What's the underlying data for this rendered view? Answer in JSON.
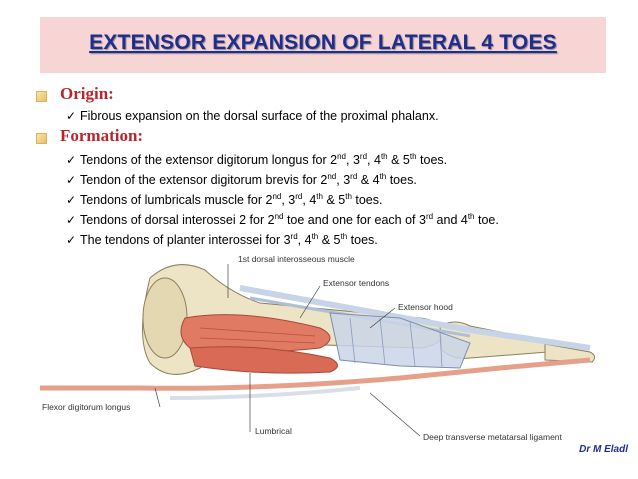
{
  "title": "EXTENSOR EXPANSION OF LATERAL 4 TOES",
  "sections": {
    "origin": {
      "heading": "Origin:",
      "items": [
        "Fibrous expansion on the dorsal surface of the proximal phalanx."
      ]
    },
    "formation": {
      "heading": "Formation:",
      "items": [
        {
          "text": "Tendons of the extensor digitorum longus for 2",
          "s1": "nd",
          "t1": ", 3",
          "s2": "rd",
          "t2": ", 4",
          "s3": "th",
          "t3": " & 5",
          "s4": "th",
          "t4": " toes."
        },
        {
          "text": "Tendon of the extensor digitorum brevis for 2",
          "s1": "nd",
          "t1": ", 3",
          "s2": "rd",
          "t2": "  & 4",
          "s3": "th",
          "t3": " toes."
        },
        {
          "text": "Tendons of lumbricals muscle for 2",
          "s1": "nd",
          "t1": ", 3",
          "s2": "rd",
          "t2": ", 4",
          "s3": "th",
          "t3": " & 5",
          "s4": "th",
          "t4": " toes."
        },
        {
          "text": "Tendons of dorsal interossei 2 for 2",
          "s1": "nd",
          "t1": " toe and one for each of 3",
          "s2": "rd",
          "t2": "  and 4",
          "s3": "th",
          "t3": " toe."
        },
        {
          "text": "The tendons of planter interossei for 3",
          "s1": "rd",
          "t1": ", 4",
          "s2": "th",
          "t2": " & 5",
          "s3": "th",
          "t3": " toes."
        }
      ]
    }
  },
  "figure": {
    "labels": {
      "dorsal_interosseous": "1st dorsal interosseous muscle",
      "extensor_tendons": "Extensor tendons",
      "extensor_hood": "Extensor hood",
      "flexor": "Flexor digitorum longus",
      "lumbrical": "Lumbrical",
      "deep_ligament": "Deep transverse metatarsal ligament"
    }
  },
  "credit": "Dr M Eladl",
  "colors": {
    "title": "#1f2d8f",
    "heading": "#b8262d",
    "title_bg": "#f8d5d5"
  }
}
